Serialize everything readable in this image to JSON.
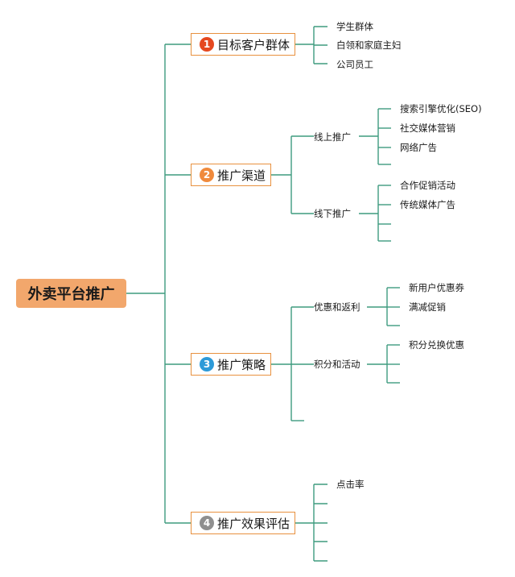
{
  "colors": {
    "line": "#3f9b7f",
    "branch_border": "#e8913f",
    "root_fill": "#f2a76c",
    "badge_1": "#e5481f",
    "badge_2": "#f08a3c",
    "badge_3": "#2d9ad8",
    "badge_4": "#8f8f8f"
  },
  "root": {
    "label": "外卖平台推广"
  },
  "branches": [
    {
      "number": "1",
      "label": "目标客户群体",
      "leaves": [
        "学生群体",
        "白领和家庭主妇",
        "公司员工"
      ]
    },
    {
      "number": "2",
      "label": "推广渠道",
      "subs": [
        {
          "label": "线上推广",
          "leaves": [
            "搜索引擎优化(SEO)",
            "社交媒体营销",
            "网络广告",
            ""
          ]
        },
        {
          "label": "线下推广",
          "leaves": [
            "合作促销活动",
            "传统媒体广告",
            "",
            ""
          ]
        }
      ]
    },
    {
      "number": "3",
      "label": "推广策略",
      "subs": [
        {
          "label": "优惠和返利",
          "leaves": [
            "新用户优惠券",
            "满减促销",
            ""
          ]
        },
        {
          "label": "积分和活动",
          "leaves": [
            "积分兑换优惠",
            "",
            ""
          ]
        }
      ]
    },
    {
      "number": "4",
      "label": "推广效果评估",
      "leaves": [
        "点击率",
        "",
        "",
        "",
        ""
      ]
    }
  ]
}
